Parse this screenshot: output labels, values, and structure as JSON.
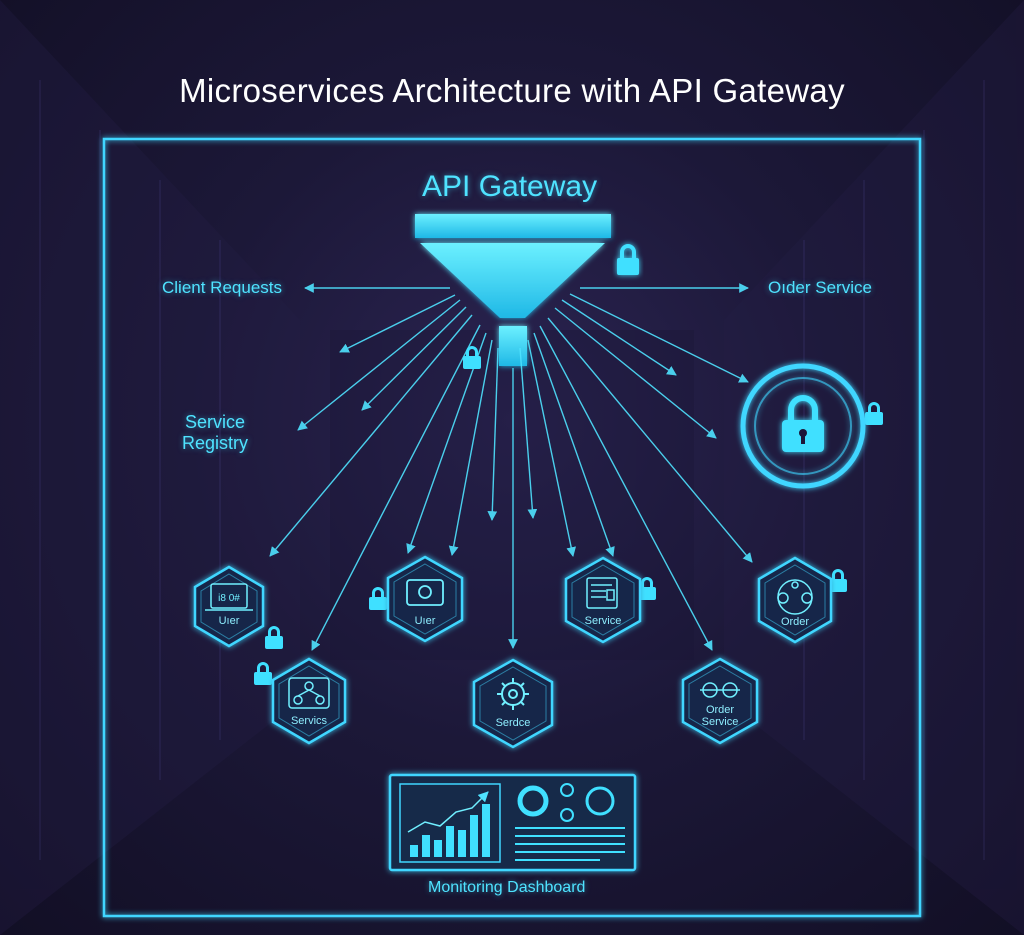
{
  "title": "Microservices Architecture with API Gateway",
  "gateway": {
    "label": "API Gateway"
  },
  "labels": {
    "client_requests": "Client Requests",
    "order_service": "Oıder Service",
    "service_registry": "Service\nRegistry",
    "monitoring": "Monitoring Dashboard"
  },
  "nodes": [
    {
      "id": "user-1",
      "label": "Uıer",
      "glyph": "i8 0#"
    },
    {
      "id": "user-2",
      "label": "Uıer"
    },
    {
      "id": "service-1",
      "label": "Service"
    },
    {
      "id": "order-1",
      "label": "Order"
    },
    {
      "id": "service-2",
      "label": "Servics"
    },
    {
      "id": "service-3",
      "label": "Serdce"
    },
    {
      "id": "order-service",
      "label": "Order\nService"
    }
  ],
  "icons": [
    "lock-icon",
    "laptop-icon",
    "camera-icon",
    "document-icon",
    "network-icon",
    "gear-icon",
    "hexagon-cluster-icon",
    "bar-chart-icon",
    "donut-chart-icon"
  ],
  "colors": {
    "accent": "#3fe0ff",
    "background": "#1c1838",
    "title": "#ffffff"
  }
}
